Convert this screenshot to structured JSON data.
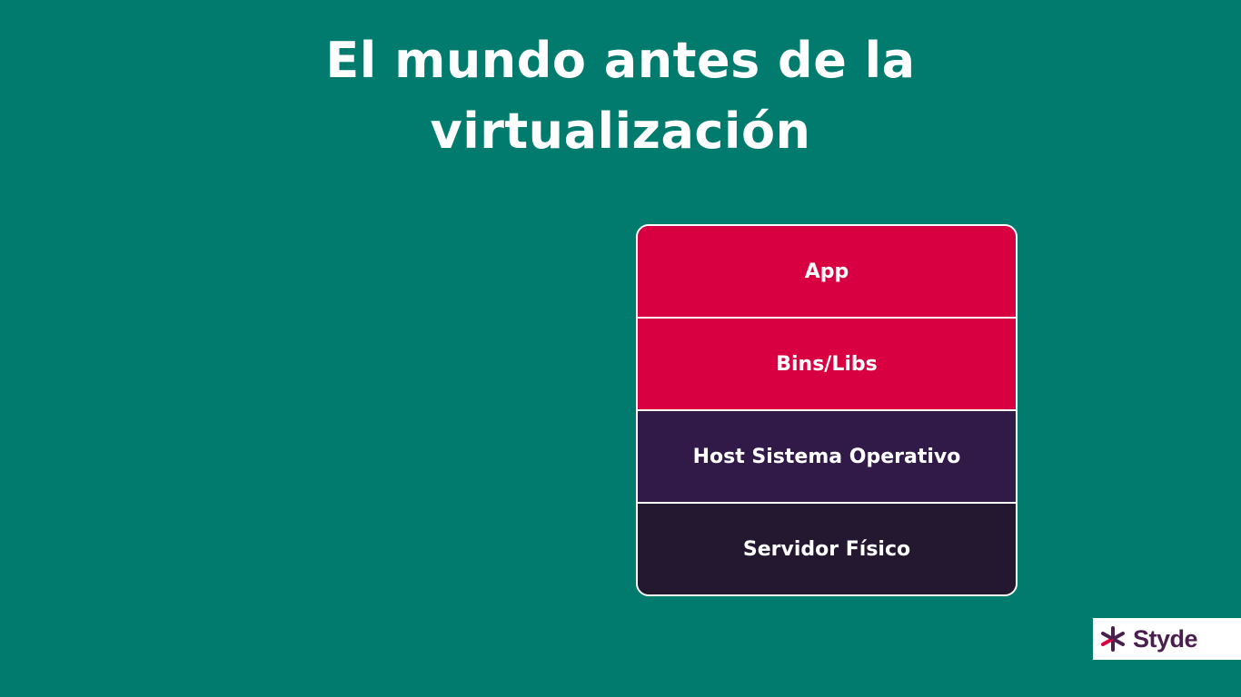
{
  "slide": {
    "title": "El mundo antes de la virtualización"
  },
  "stack": {
    "layers": [
      {
        "label": "App",
        "color": "#d80041"
      },
      {
        "label": "Bins/Libs",
        "color": "#d80041"
      },
      {
        "label": "Host Sistema Operativo",
        "color": "#321a48"
      },
      {
        "label": "Servidor Físico",
        "color": "#241831"
      }
    ]
  },
  "logo": {
    "text": "Styde",
    "icon": "styde-logo-icon",
    "text_color": "#4a1f4f",
    "accent_colors": [
      "#4a1f4f",
      "#d80041"
    ]
  },
  "background_color": "#007b6d"
}
